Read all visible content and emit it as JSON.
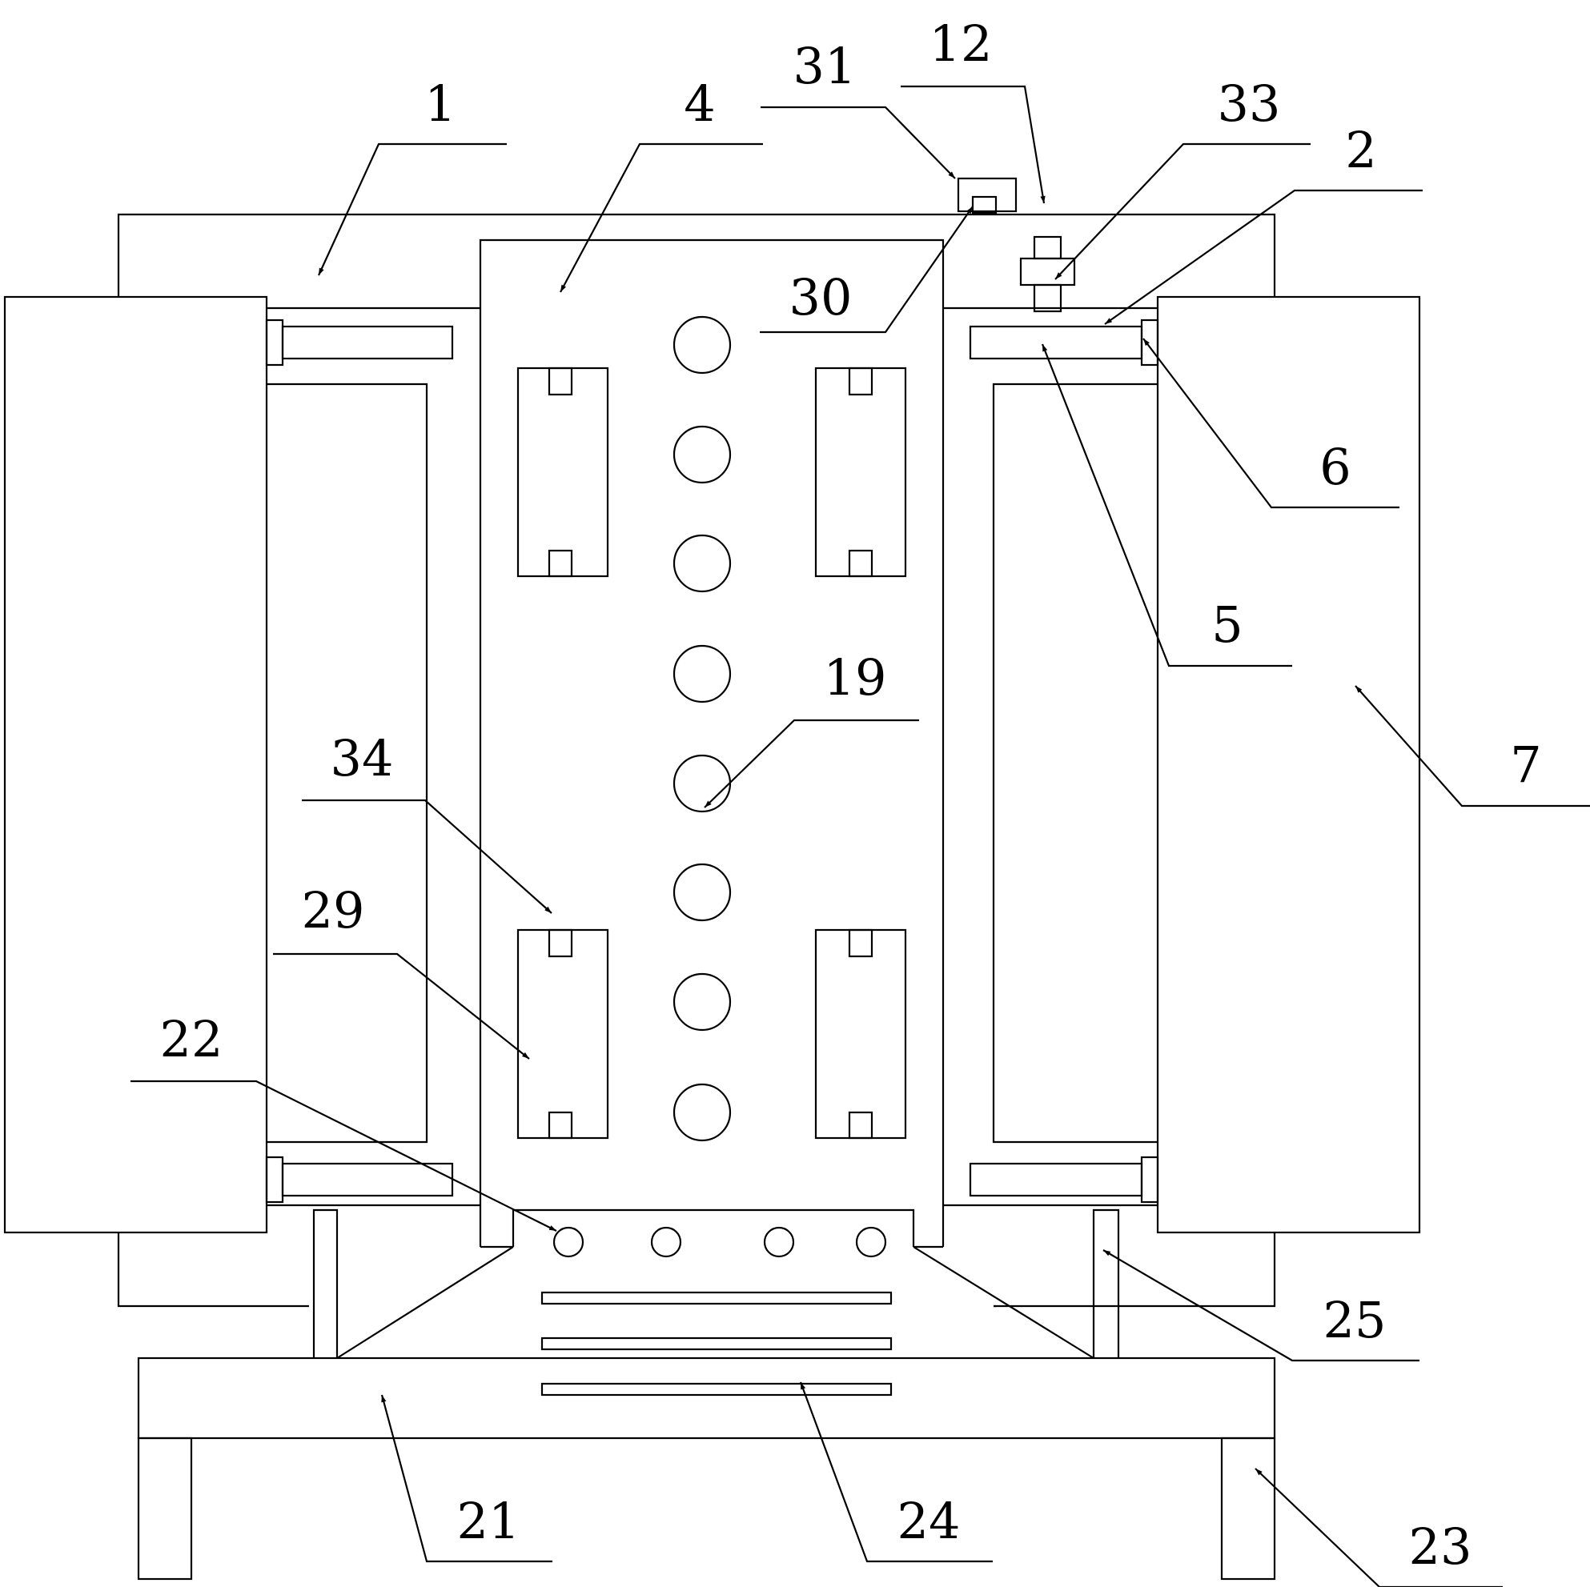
{
  "figure": {
    "labels": {
      "l1": "1",
      "l2": "2",
      "l4": "4",
      "l5": "5",
      "l6": "6",
      "l7": "7",
      "l12": "12",
      "l19": "19",
      "l21": "21",
      "l22": "22",
      "l23": "23",
      "l24": "24",
      "l25": "25",
      "l29": "29",
      "l30": "30",
      "l31": "31",
      "l33": "33",
      "l34": "34"
    },
    "colors": {
      "line": "#000000",
      "background": "#ffffff"
    }
  }
}
